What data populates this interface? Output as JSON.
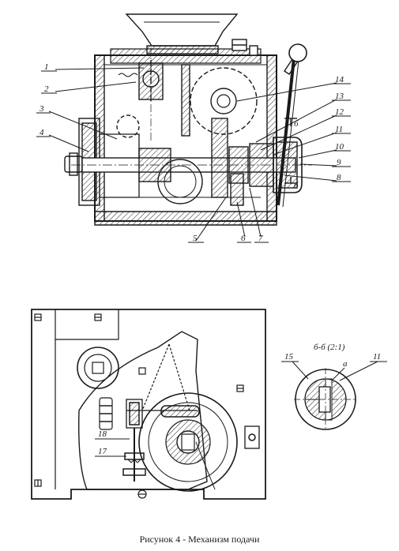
{
  "caption": "Рисунок 4  - Механизм подачи",
  "top_view": {
    "labels": [
      "1",
      "2",
      "3",
      "4",
      "5",
      "6",
      "7",
      "8",
      "9",
      "10",
      "11",
      "12",
      "13",
      "14"
    ],
    "section_marks": [
      "б",
      "б"
    ]
  },
  "bottom_view": {
    "labels": [
      "18",
      "17"
    ]
  },
  "detail_view": {
    "title": "б-б (2:1)",
    "labels": [
      "15",
      "11",
      "а"
    ]
  }
}
